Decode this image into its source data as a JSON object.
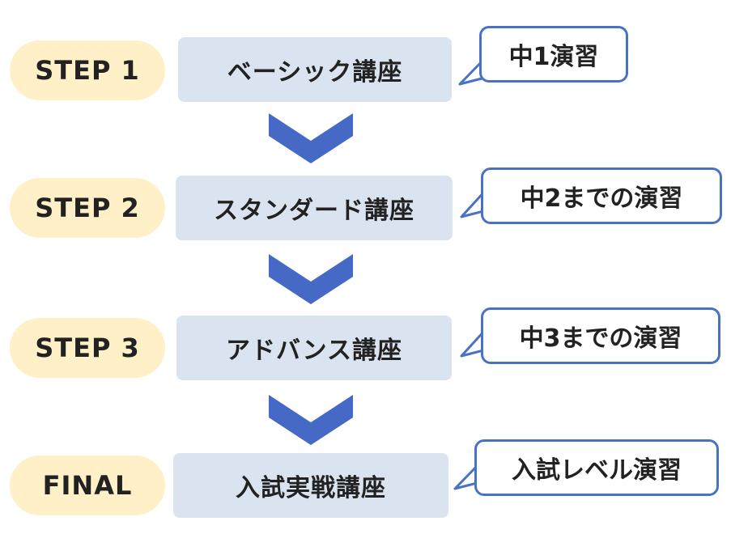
{
  "steps": [
    {
      "step_label": "STEP 1",
      "course": "ベーシック講座",
      "note": "中1演習"
    },
    {
      "step_label": "STEP 2",
      "course": "スタンダード講座",
      "note": "中2までの演習"
    },
    {
      "step_label": "STEP 3",
      "course": "アドバンス講座",
      "note": "中3までの演習"
    },
    {
      "step_label": "FINAL",
      "course": "入試実戦講座",
      "note": "入試レベル演習"
    }
  ],
  "colors": {
    "step_pill": "#fff0c8",
    "course_box": "#dae3f0",
    "bubble_border": "#4a72c4",
    "arrow": "#4569c5"
  }
}
